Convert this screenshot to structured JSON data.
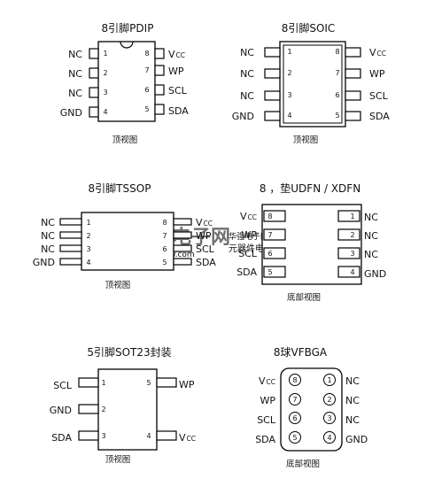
{
  "watermark": {
    "brand": "华强",
    "brand_extra": "电子网",
    "url": "www.hqew.com",
    "tagline": "华强电子网",
    "tagline2": "元器件电子商城"
  },
  "packages": {
    "pdip": {
      "title": "8引脚PDIP",
      "caption": "顶视图",
      "left_pins": [
        {
          "num": "1",
          "label": "NC"
        },
        {
          "num": "2",
          "label": "NC"
        },
        {
          "num": "3",
          "label": "NC"
        },
        {
          "num": "4",
          "label": "GND"
        }
      ],
      "right_pins": [
        {
          "num": "8",
          "label": "V",
          "sub": "CC"
        },
        {
          "num": "7",
          "label": "WP"
        },
        {
          "num": "6",
          "label": "SCL"
        },
        {
          "num": "5",
          "label": "SDA"
        }
      ]
    },
    "soic": {
      "title": "8引脚SOIC",
      "caption": "顶视图",
      "left_pins": [
        {
          "num": "1",
          "label": "NC"
        },
        {
          "num": "2",
          "label": "NC"
        },
        {
          "num": "3",
          "label": "NC"
        },
        {
          "num": "4",
          "label": "GND"
        }
      ],
      "right_pins": [
        {
          "num": "8",
          "label": "V",
          "sub": "CC"
        },
        {
          "num": "7",
          "label": "WP"
        },
        {
          "num": "6",
          "label": "SCL"
        },
        {
          "num": "5",
          "label": "SDA"
        }
      ]
    },
    "tssop": {
      "title": "8引脚TSSOP",
      "caption": "顶视图",
      "left_pins": [
        {
          "num": "1",
          "label": "NC"
        },
        {
          "num": "2",
          "label": "NC"
        },
        {
          "num": "3",
          "label": "NC"
        },
        {
          "num": "4",
          "label": "GND"
        }
      ],
      "right_pins": [
        {
          "num": "8",
          "label": "V",
          "sub": "CC"
        },
        {
          "num": "7",
          "label": "WP"
        },
        {
          "num": "6",
          "label": "SCL"
        },
        {
          "num": "5",
          "label": "SDA"
        }
      ]
    },
    "udfn": {
      "title": "8 ，垫UDFN / XDFN",
      "caption": "底部视图",
      "left_pads": [
        {
          "num": "8",
          "label": "V",
          "sub": "CC"
        },
        {
          "num": "7",
          "label": "WP"
        },
        {
          "num": "6",
          "label": "SCL"
        },
        {
          "num": "5",
          "label": "SDA"
        }
      ],
      "right_pads": [
        {
          "num": "1",
          "label": "NC"
        },
        {
          "num": "2",
          "label": "NC"
        },
        {
          "num": "3",
          "label": "NC"
        },
        {
          "num": "4",
          "label": "GND"
        }
      ]
    },
    "sot23": {
      "title": "5引脚SOT23封装",
      "caption": "顶视图",
      "left_pins": [
        {
          "num": "1",
          "label": "SCL"
        },
        {
          "num": "2",
          "label": "GND"
        },
        {
          "num": "3",
          "label": "SDA"
        }
      ],
      "right_pins": [
        {
          "num": "5",
          "label": "WP"
        },
        {
          "num": "4",
          "label": "V",
          "sub": "CC"
        }
      ]
    },
    "vfbga": {
      "title": "8球VFBGA",
      "caption": "底部视图",
      "left_balls": [
        {
          "num": "8",
          "label": "V",
          "sub": "CC"
        },
        {
          "num": "7",
          "label": "WP"
        },
        {
          "num": "6",
          "label": "SCL"
        },
        {
          "num": "5",
          "label": "SDA"
        }
      ],
      "right_balls": [
        {
          "num": "1",
          "label": "NC"
        },
        {
          "num": "2",
          "label": "NC"
        },
        {
          "num": "3",
          "label": "NC"
        },
        {
          "num": "4",
          "label": "GND"
        }
      ]
    }
  }
}
